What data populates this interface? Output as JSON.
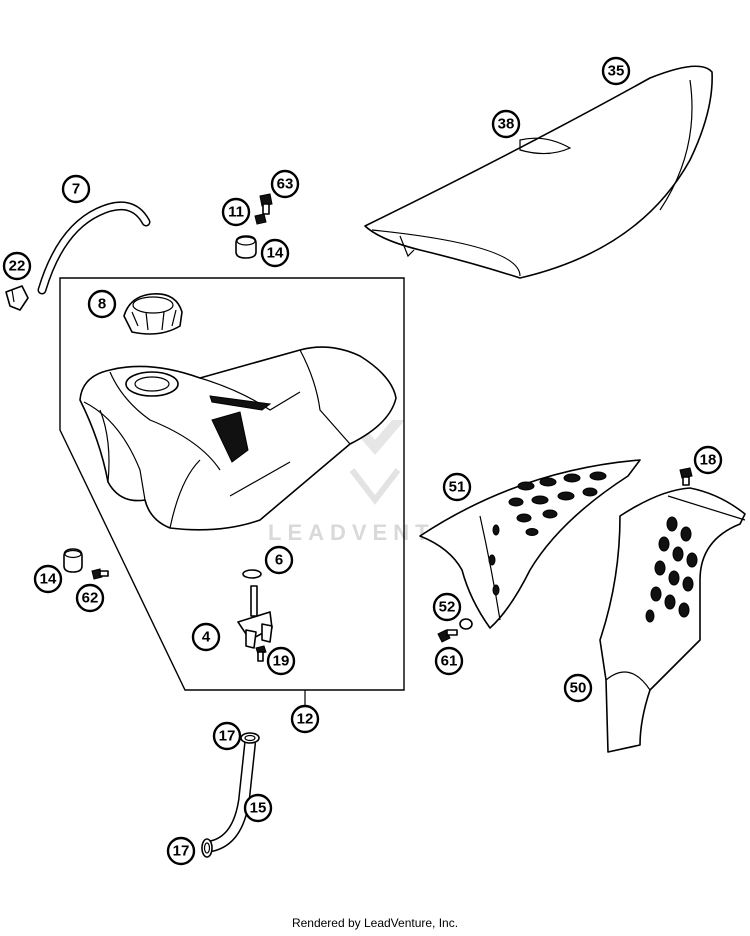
{
  "watermark": "LEADVENTURE",
  "footer": "Rendered by LeadVenture, Inc.",
  "callouts": [
    "35",
    "38",
    "7",
    "63",
    "11",
    "14",
    "22",
    "8",
    "18",
    "51",
    "6",
    "14",
    "62",
    "52",
    "4",
    "19",
    "61",
    "50",
    "12",
    "17",
    "15",
    "17"
  ]
}
